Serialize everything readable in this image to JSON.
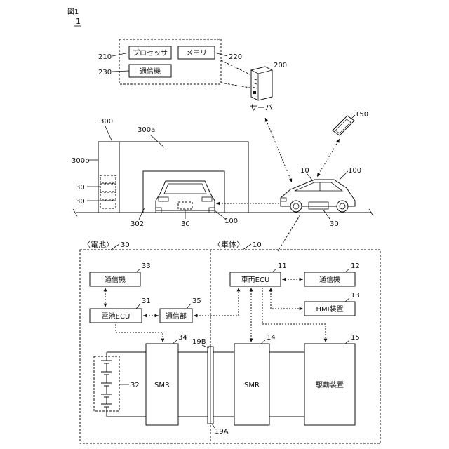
{
  "figure": {
    "title": "図1",
    "number": "1"
  },
  "server_box": {
    "processor": "プロセッサ",
    "memory": "メモリ",
    "comm": "通信機",
    "ref_processor": "210",
    "ref_memory": "220",
    "ref_comm": "230"
  },
  "server": {
    "ref": "200",
    "label": "サーバ"
  },
  "smartphone": {
    "ref": "150"
  },
  "garage": {
    "ref": "300",
    "ref_a": "300a",
    "ref_b": "300b",
    "ref_302": "302",
    "battery_ref_1": "30",
    "battery_ref_2": "30",
    "car_battery_ref": "30",
    "car_ref": "100"
  },
  "vehicle": {
    "ref_body": "10",
    "ref_car": "100",
    "ref_battery": "30"
  },
  "battery_section": {
    "label": "〈電池〉",
    "ref": "30",
    "comm_33": "通信機",
    "ref_33": "33",
    "ecu_31": "電池ECU",
    "ref_31": "31",
    "comm_35": "通信部",
    "ref_35": "35",
    "cells_ref": "32",
    "smr": "SMR",
    "smr_ref": "34"
  },
  "body_section": {
    "label": "〈車体〉",
    "ref": "10",
    "ecu_11": "車両ECU",
    "ref_11": "11",
    "comm_12": "通信機",
    "ref_12": "12",
    "hmi_13": "HMI装置",
    "ref_13": "13",
    "smr": "SMR",
    "smr_ref": "14",
    "drive_15": "駆動装置",
    "ref_15": "15"
  },
  "connector": {
    "ref_19b": "19B",
    "ref_19a": "19A"
  }
}
